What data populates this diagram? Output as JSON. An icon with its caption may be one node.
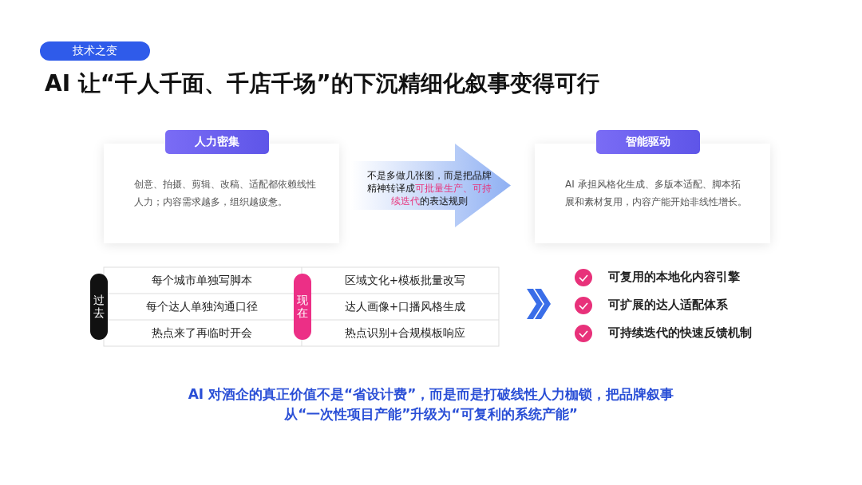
{
  "diagram": {
    "title": "AI 让“千人千面、千店千场”的下沉精细化叙事变得可行",
    "caption": "AI 对酒企的真正价值不是“省设计费”，而是而是打破线性人力枷锁，把品牌叙事从“一次性项目产能”升级为“可复利的系统产能”",
    "nodes": [
      {
        "text": [
          "人力密集",
          "创意、拍摄、剪辑、改稿、适配都依赖线性人力；内容需求越多，组织越疲惫。"
        ]
      },
      {
        "text": [
          "不是多做几张图，而是把品牌精神转译成**可批量生产、可持续迭代**的表达规则"
        ]
      },
      {
        "text": [
          "智能驱动",
          "AI 承担风格化生成、多版本适配、脚本拓展和素材复用，内容产能开始非线性增长。"
        ]
      }
    ],
    "labels": [
      "技术之变",
      "过去",
      "每个城市单独写脚本",
      "现在",
      "区域文化+模板批量改写",
      "每个达人单独沟通口径",
      "达人画像+口播风格生成",
      "热点来了再临时开会",
      "热点识别+合规模板响应",
      "可复用的本地化内容引擎",
      "可扩展的达人适配体系",
      "可持续迭代的快速反馈机制"
    ]
  }
}
